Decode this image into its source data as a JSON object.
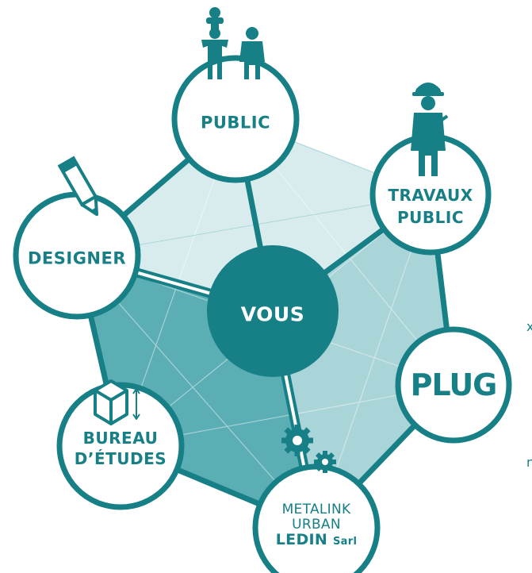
{
  "nodes": {
    "public": "PUBLIC",
    "travaux": "TRAVAUX PUBLIC",
    "designer": "DESIGNER",
    "vous": "VOUS",
    "plug": "PLUG",
    "bureau": "BUREAU D’ÉTUDES",
    "metalink": {
      "line1": "METALINK",
      "line2": "URBAN",
      "line3": "LEDIN",
      "line3_suffix": "Sarl"
    }
  },
  "edge_fragments": {
    "right_top": "x",
    "right_bottom": "n"
  },
  "colors": {
    "teal_dark": "#177f86",
    "teal_mid": "#5aaeb4",
    "teal_light": "#a9d4d8",
    "teal_pale": "#d8ecee"
  },
  "icons": {
    "public": "family-icon",
    "travaux": "worker-icon",
    "designer": "pencil-icon",
    "bureau": "cube-icon",
    "metalink": "gears-icon"
  }
}
